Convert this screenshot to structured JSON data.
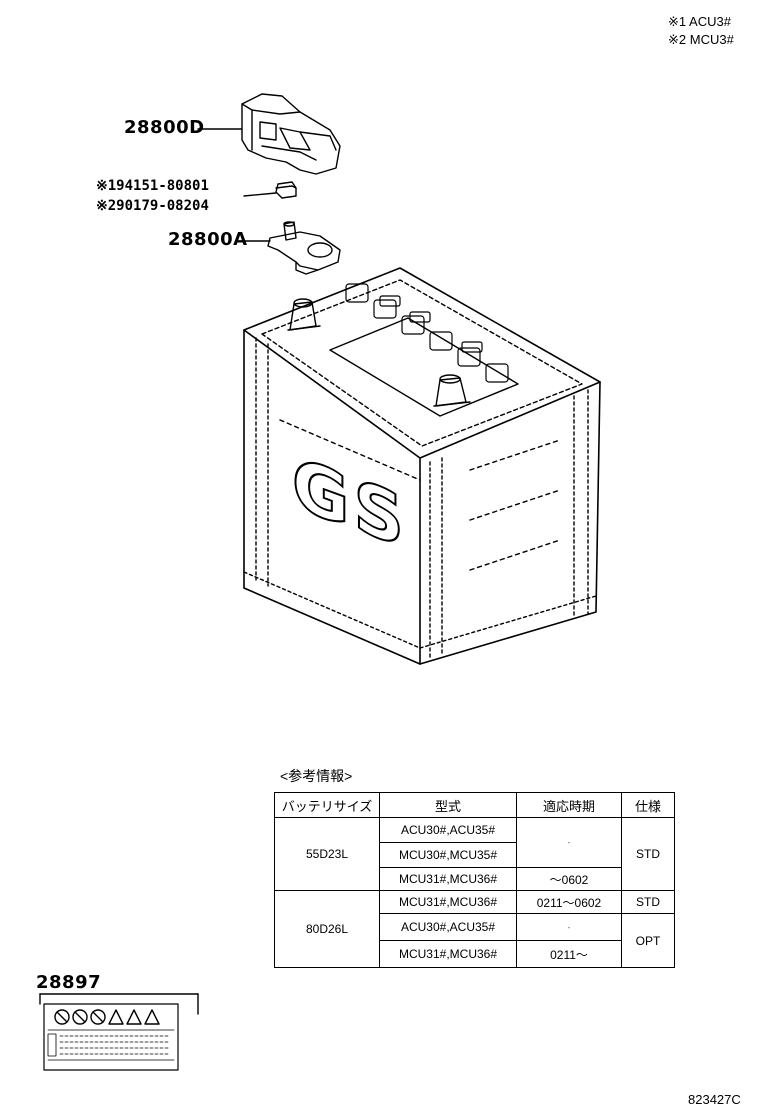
{
  "notes": [
    {
      "mark": "※1",
      "text": "ACU3#"
    },
    {
      "mark": "※2",
      "text": "MCU3#"
    }
  ],
  "parts": {
    "cover": "28800D",
    "nut1": {
      "mark": "※1",
      "number": "94151-80801"
    },
    "nut2": {
      "mark": "※2",
      "number": "90179-08204"
    },
    "terminal": "28800A",
    "label": "28897"
  },
  "brand_mark": "GS",
  "reference": {
    "title": "<参考情報>",
    "headers": [
      "バッテリサイズ",
      "型式",
      "適応時期",
      "仕様"
    ],
    "groups": [
      {
        "size": "55D23L",
        "rows": [
          {
            "model": "ACU30#,ACU35#",
            "period": "-",
            "spec": "STD"
          },
          {
            "model": "MCU30#,MCU35#",
            "period": "",
            "spec": ""
          },
          {
            "model": "MCU31#,MCU36#",
            "period": "～0602",
            "spec": ""
          }
        ]
      },
      {
        "size": "80D26L",
        "rows": [
          {
            "model": "MCU31#,MCU36#",
            "period": "0211～0602",
            "spec": "STD"
          },
          {
            "model": "ACU30#,ACU35#",
            "period": "-",
            "spec": "OPT"
          },
          {
            "model": "MCU31#,MCU36#",
            "period": "0211～",
            "spec": ""
          }
        ]
      }
    ]
  },
  "diagram_code": "823427C"
}
